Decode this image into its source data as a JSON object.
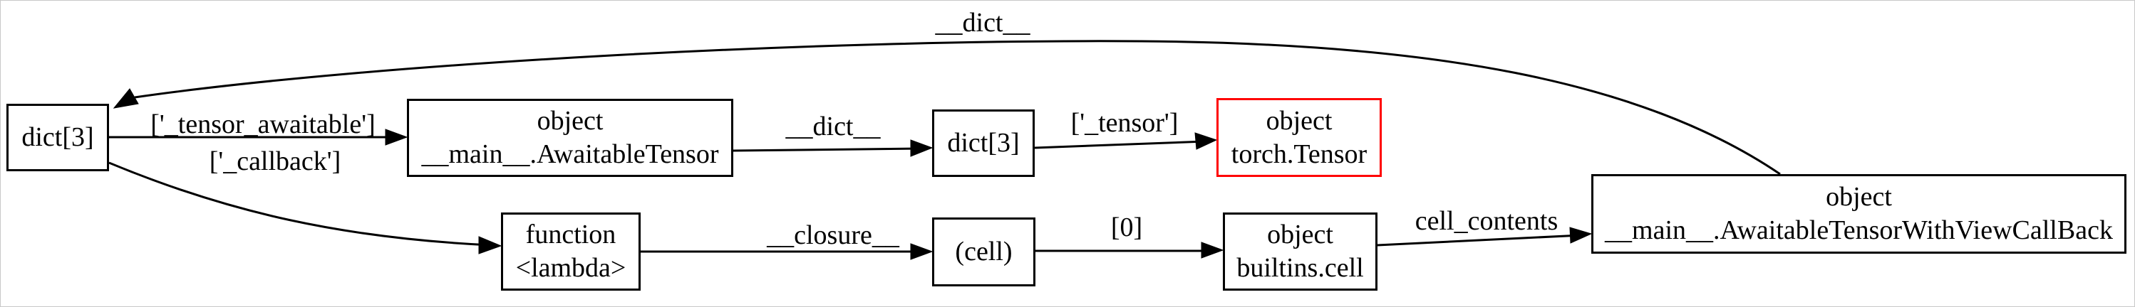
{
  "diagram": {
    "kind": "object reference graph",
    "colors": {
      "background": "#ffffff",
      "node_border": "#000000",
      "highlight_border": "#ff0000",
      "edge": "#000000",
      "text": "#000000",
      "frame": "#c8c8c8"
    },
    "nodes": [
      {
        "id": "dict-root",
        "lines": [
          "dict[3]"
        ]
      },
      {
        "id": "awaitable-tensor",
        "lines": [
          "object",
          "__main__.AwaitableTensor"
        ]
      },
      {
        "id": "dict-attrs",
        "lines": [
          "dict[3]"
        ]
      },
      {
        "id": "torch-tensor",
        "lines": [
          "object",
          "torch.Tensor"
        ],
        "highlighted": true
      },
      {
        "id": "lambda-function",
        "lines": [
          "function",
          "<lambda>"
        ]
      },
      {
        "id": "cell-tuple",
        "lines": [
          "(cell)"
        ]
      },
      {
        "id": "builtins-cell",
        "lines": [
          "object",
          "builtins.cell"
        ]
      },
      {
        "id": "awaitable-tensor-with-view-callback",
        "lines": [
          "object",
          "__main__.AwaitableTensorWithViewCallBack"
        ]
      }
    ],
    "edges": [
      {
        "from": "dict-root",
        "to": "awaitable-tensor",
        "label": "['_tensor_awaitable']"
      },
      {
        "from": "dict-root",
        "to": "lambda-function",
        "label": "['_callback']"
      },
      {
        "from": "awaitable-tensor",
        "to": "dict-attrs",
        "label": "__dict__"
      },
      {
        "from": "dict-attrs",
        "to": "torch-tensor",
        "label": "['_tensor']"
      },
      {
        "from": "awaitable-tensor-with-view-callback",
        "to": "dict-root",
        "label": "__dict__"
      },
      {
        "from": "lambda-function",
        "to": "cell-tuple",
        "label": "__closure__"
      },
      {
        "from": "cell-tuple",
        "to": "builtins-cell",
        "label": "[0]"
      },
      {
        "from": "builtins-cell",
        "to": "awaitable-tensor-with-view-callback",
        "label": "cell_contents"
      }
    ]
  }
}
